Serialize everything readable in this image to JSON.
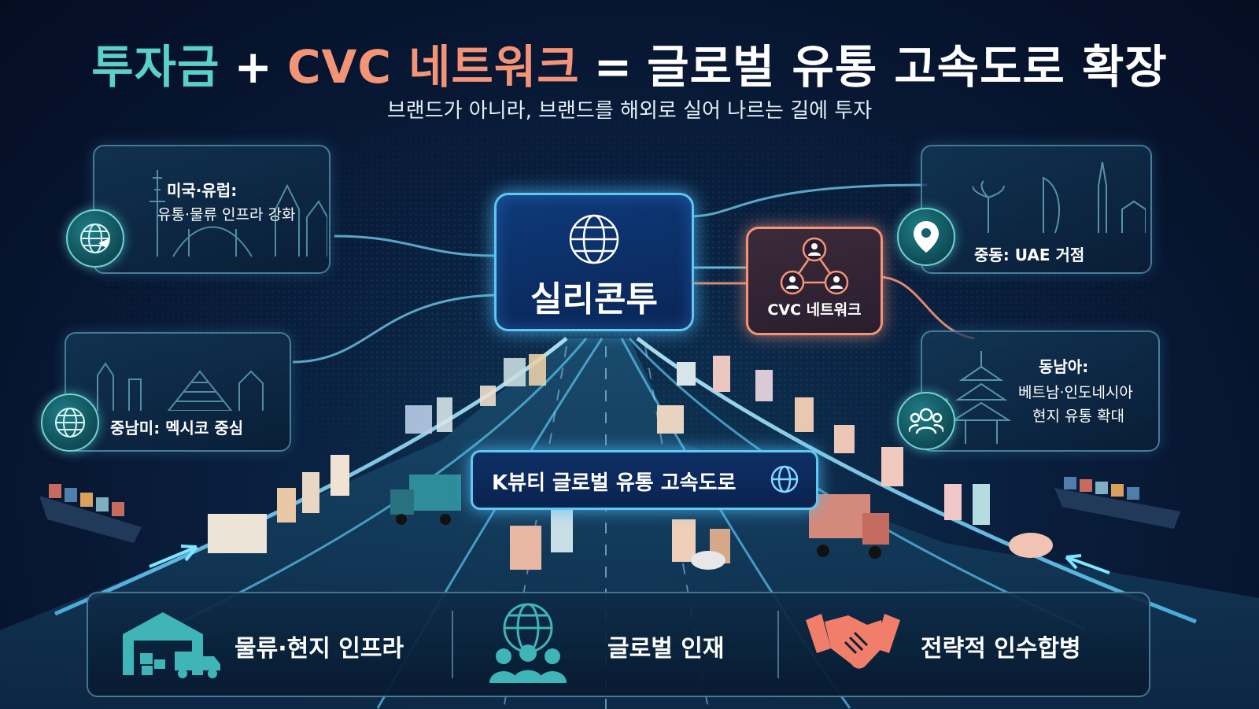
{
  "title": {
    "part1": "투자금",
    "plus": "+",
    "part2": "CVC 네트워크",
    "equals": "=",
    "part3": "글로벌 유통 고속도로 확장"
  },
  "subtitle": "브랜드가 아니라, 브랜드를 해외로 실어 나르는 길에 투자",
  "center": {
    "name": "실리콘투"
  },
  "cvc": {
    "name": "CVC 네트워크"
  },
  "regions": {
    "us_eu": {
      "title": "미국·유럽:",
      "desc": "유통·물류 인프라 강화"
    },
    "latam": {
      "title": "중남미: 멕시코 중심"
    },
    "middle_east": {
      "title": "중동: UAE 거점"
    },
    "sea": {
      "title": "동남아:",
      "line1": "베트남·인도네시아",
      "line2": "현지 유통 확대"
    }
  },
  "banner": {
    "text": "K뷰티 글로벌 유통 고속도로"
  },
  "bottom": {
    "items": [
      {
        "label": "물류·현지 인프라",
        "icon": "warehouse-truck-icon"
      },
      {
        "label": "글로벌 인재",
        "icon": "global-people-icon"
      },
      {
        "label": "전략적 인수합병",
        "icon": "handshake-icon"
      }
    ]
  },
  "colors": {
    "accent_teal": "#5ad0c8",
    "accent_coral": "#f39476",
    "highlight_blue": "#5fc8f0",
    "background": "#071530"
  }
}
